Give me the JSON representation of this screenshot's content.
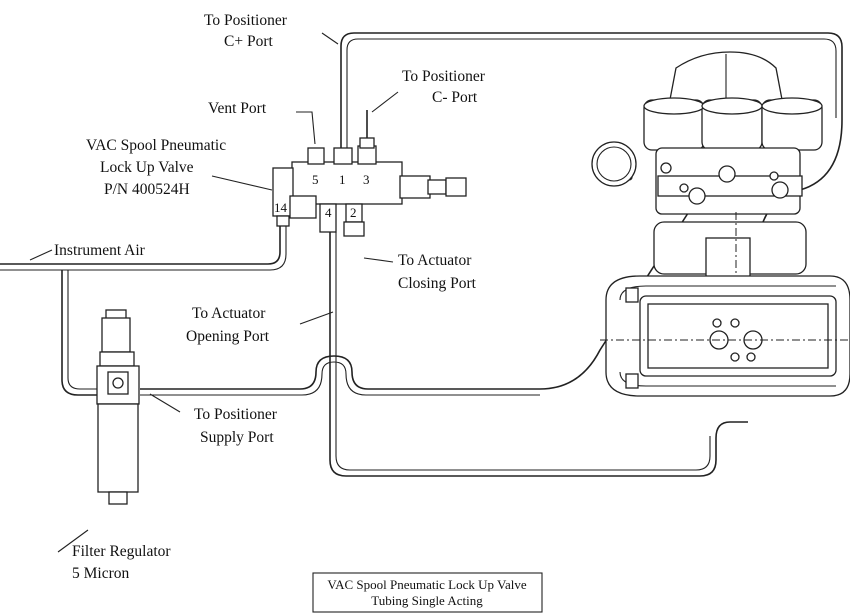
{
  "labels": {
    "to_positioner_cplus": [
      "To Positioner",
      "C+ Port"
    ],
    "to_positioner_cminus": [
      "To Positioner",
      "C- Port"
    ],
    "vent_port": "Vent Port",
    "lockup_valve": [
      "VAC Spool Pneumatic",
      "Lock Up Valve",
      "P/N 400524H"
    ],
    "instrument_air": "Instrument Air",
    "to_actuator_closing": [
      "To Actuator",
      "Closing Port"
    ],
    "to_actuator_opening": [
      "To Actuator",
      "Opening Port"
    ],
    "to_positioner_supply": [
      "To Positioner",
      "Supply Port"
    ],
    "filter_regulator": [
      "Filter Regulator",
      "5 Micron"
    ]
  },
  "port_numbers": [
    "5",
    "1",
    "3",
    "14",
    "4",
    "2"
  ],
  "title_block": [
    "VAC Spool Pneumatic Lock Up Valve",
    "Tubing Single Acting"
  ]
}
